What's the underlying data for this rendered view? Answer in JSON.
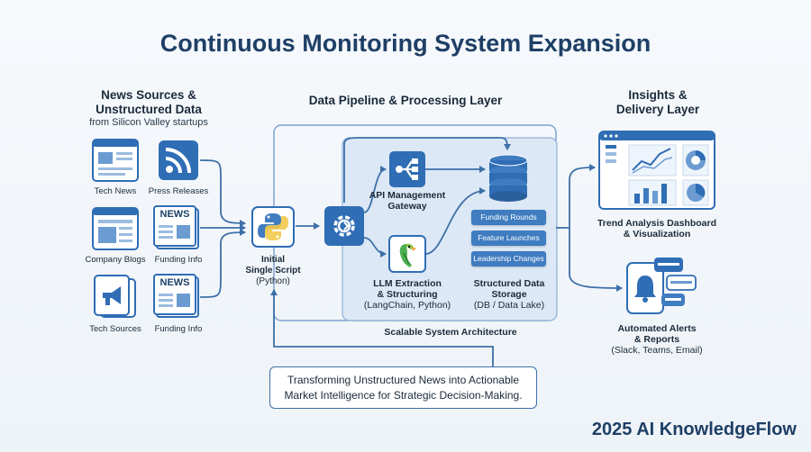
{
  "title": "Continuous Monitoring System Expansion",
  "sources": {
    "heading_line1": "News Sources &",
    "heading_line2": "Unstructured Data",
    "subheading": "from Silicon Valley startups",
    "items": [
      {
        "label": "Tech News"
      },
      {
        "label": "Press Releases"
      },
      {
        "label": "Company Blogs"
      },
      {
        "label": "Funding Info",
        "badge": "NEWS"
      },
      {
        "label": "Tech Sources"
      },
      {
        "label": "Funding Info",
        "badge": "NEWS"
      }
    ]
  },
  "pipeline": {
    "heading": "Data Pipeline & Processing Layer",
    "script_line1": "Initial",
    "script_line2": "Single Script",
    "script_line3": "(Python)",
    "api_line1": "API Management",
    "api_line2": "Gateway",
    "llm_line1": "LLM Extraction",
    "llm_line2": "& Structuring",
    "llm_line3": "(LangChain, Python)",
    "storage_line1": "Structured Data",
    "storage_line2": "Storage",
    "storage_line3": "(DB / Data Lake)",
    "tags": [
      "Funding Rounds",
      "Feature Launches",
      "Leadership Changes"
    ],
    "architecture_label": "Scalable System Architecture"
  },
  "insights": {
    "heading_line1": "Insights &",
    "heading_line2": "Delivery Layer",
    "dashboard_line1": "Trend Analysis Dashboard",
    "dashboard_line2": "& Visualization",
    "alerts_line1": "Automated Alerts",
    "alerts_line2": "& Reports",
    "alerts_line3": "(Slack, Teams, Email)"
  },
  "callout": {
    "line1": "Transforming Unstructured News into Actionable",
    "line2": "Market Intelligence for Strategic Decision-Making."
  },
  "brand": "2025 AI KnowledgeFlow",
  "colors": {
    "primary": "#2f6db5",
    "dark": "#1e3f66",
    "arrow": "#3d6fa8",
    "panel": "#e4edf7"
  }
}
